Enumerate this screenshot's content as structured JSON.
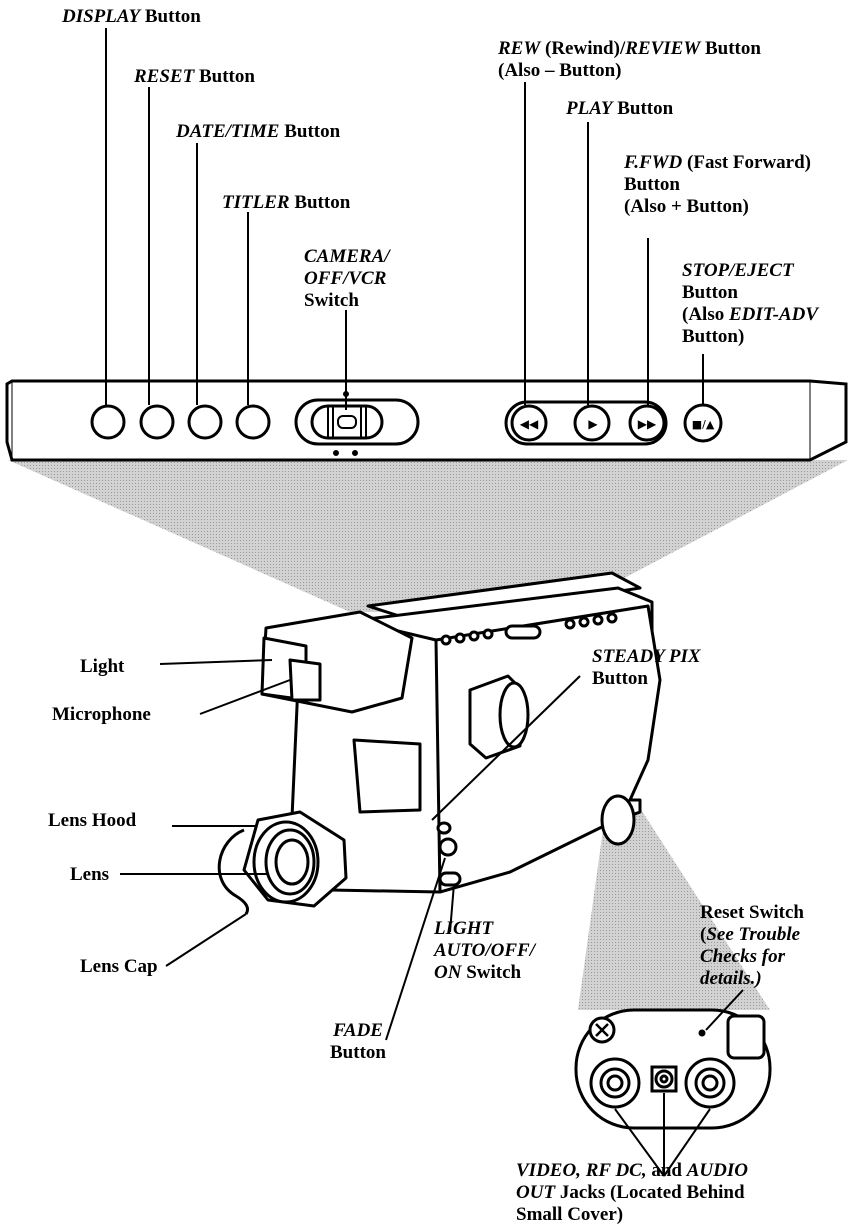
{
  "labels": {
    "display": {
      "name": "DISPLAY",
      "rest": " Button"
    },
    "reset": {
      "name": "RESET",
      "rest": " Button"
    },
    "date_time": {
      "name": "DATE/TIME",
      "rest": " Button"
    },
    "titler": {
      "name": "TITLER",
      "rest": " Button"
    },
    "camera_switch": {
      "line1": "CAMERA/",
      "line2": "OFF/VCR",
      "line3": "Switch"
    },
    "rew": {
      "name1": "REW",
      "paren": " (Rewind)/",
      "name2": "REVIEW",
      "rest": " Button",
      "line2": "(Also – Button)"
    },
    "play": {
      "name": "PLAY",
      "rest": " Button"
    },
    "ffwd": {
      "name": "F.FWD",
      "rest": " (Fast Forward)",
      "line2": "Button",
      "line3": "(Also + Button)"
    },
    "stop": {
      "name": "STOP/EJECT",
      "line2": "Button",
      "line3a": "(Also ",
      "line3b": "EDIT-ADV",
      "line4": "Button)"
    },
    "steady": {
      "name": "STEADY PIX",
      "line2": "Button"
    },
    "light": "Light",
    "microphone": "Microphone",
    "lens_hood": "Lens Hood",
    "lens": "Lens",
    "lens_cap": "Lens Cap",
    "light_switch": {
      "line1": "LIGHT",
      "line2": "AUTO/OFF/",
      "line3a": "ON",
      "line3b": " Switch"
    },
    "fade": {
      "name": "FADE",
      "line2": "Button"
    },
    "reset_switch": {
      "line1": "Reset Switch",
      "line2a": "(",
      "line2b": "See Trouble",
      "line3": "Checks for",
      "line4": "details.)"
    },
    "jacks": {
      "v": "VIDEO,",
      "rf": " RF DC,",
      "and": " and ",
      "audio": "AUDIO",
      "out": "OUT",
      "rest": " Jacks (Located Behind",
      "line3": "Small Cover)"
    }
  },
  "panel_symbols": {
    "rew": "◀◀",
    "play": "▶",
    "ffwd": "▶▶",
    "stop": "■/▲",
    "jack_x": "×"
  }
}
